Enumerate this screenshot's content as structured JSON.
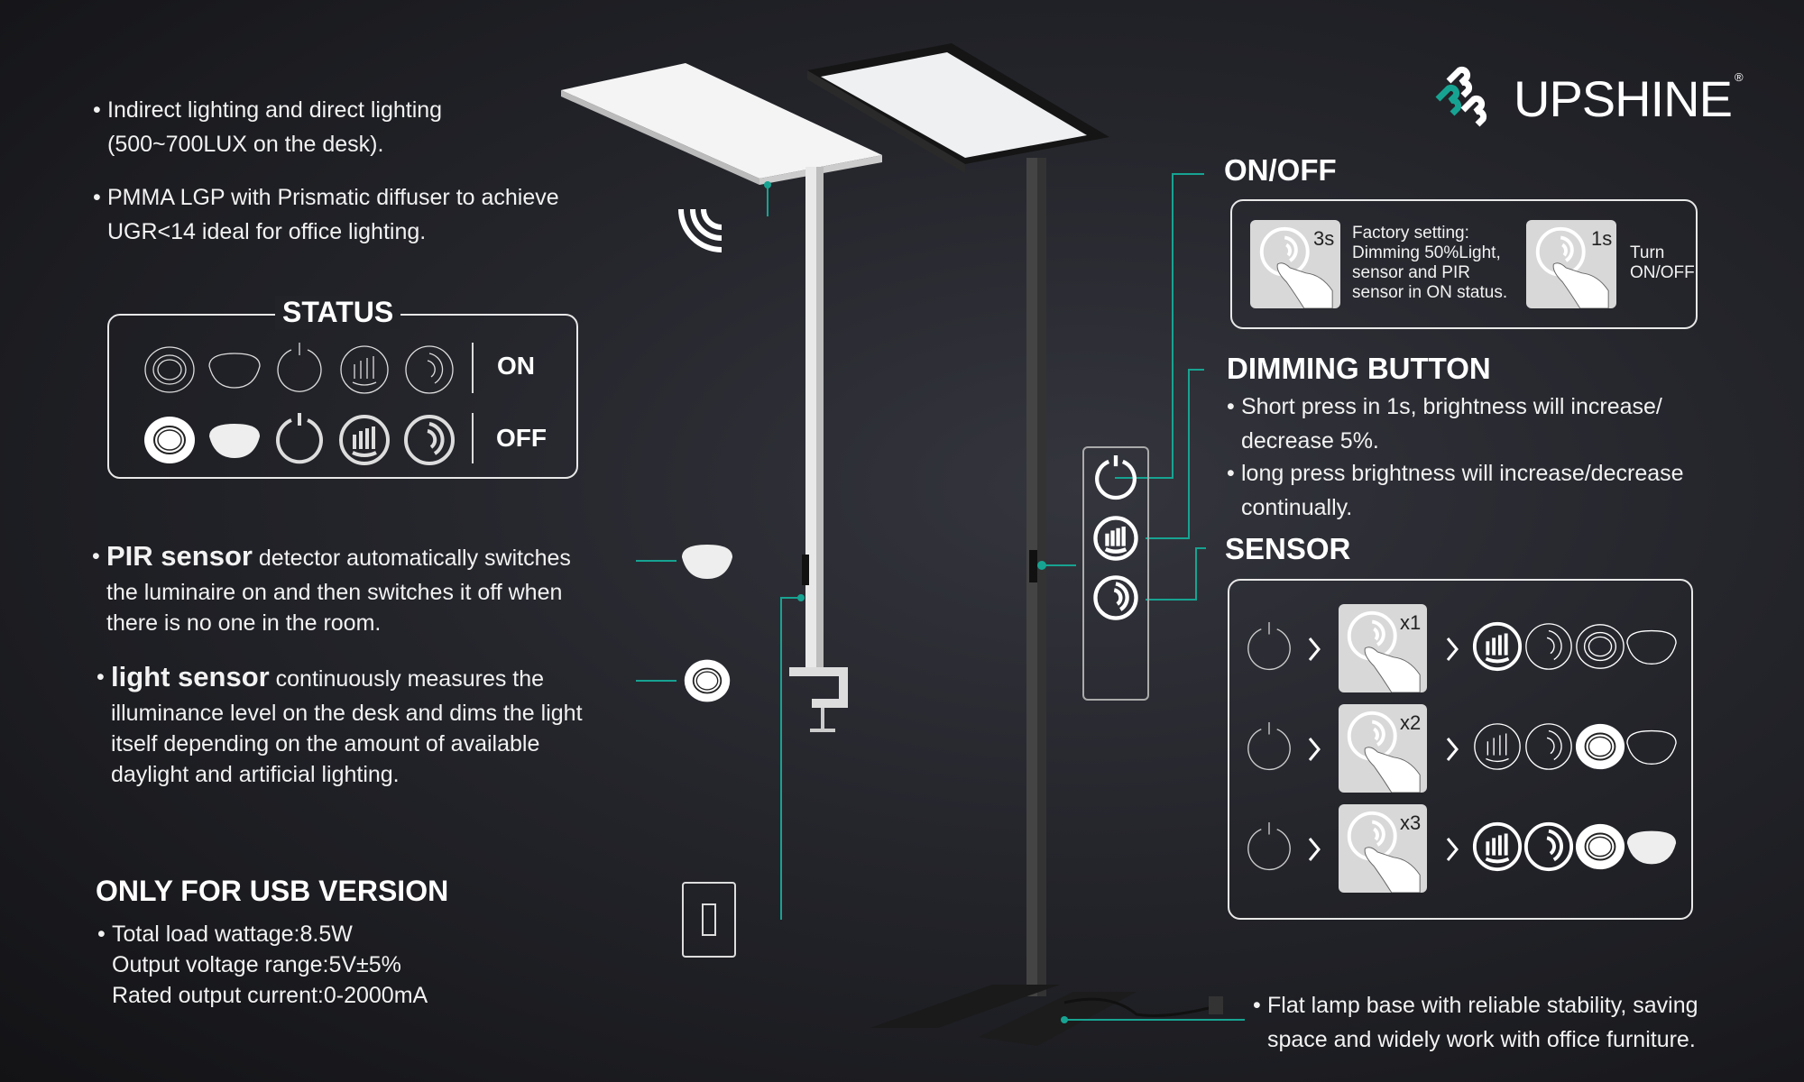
{
  "brand": {
    "name": "UPSHINE",
    "registered": "®",
    "accent": "#17a392"
  },
  "features_left": [
    {
      "lines": [
        "Indirect lighting and direct lighting",
        "(500~700LUX on the desk)."
      ]
    },
    {
      "lines": [
        "PMMA LGP with Prismatic diffuser to achieve",
        "UGR<14 ideal for office lighting."
      ]
    }
  ],
  "status": {
    "title": "STATUS",
    "on_label": "ON",
    "off_label": "OFF"
  },
  "pir": {
    "title": "PIR sensor",
    "lines": [
      "detector automatically switches",
      "the luminaire on and then switches it off when",
      "there is no one in the room."
    ]
  },
  "light_sensor": {
    "title": "light sensor",
    "lines": [
      "continuously measures the",
      "illuminance level on the desk and dims the light",
      "itself depending on the amount of available",
      "daylight and artificial lighting."
    ]
  },
  "usb": {
    "title": "ONLY FOR USB VERSION",
    "lines": [
      "Total load wattage:8.5W",
      "Output voltage range:5V±5%",
      "Rated output current:0-2000mA"
    ]
  },
  "onoff": {
    "title": "ON/OFF",
    "hold1": "3s",
    "desc1": [
      "Factory setting:",
      "Dimming 50%Light,",
      "sensor and PIR",
      "sensor in ON status."
    ],
    "hold2": "1s",
    "desc2": [
      "Turn",
      "ON/OFF"
    ]
  },
  "dimming": {
    "title": "DIMMING BUTTON",
    "lines": [
      [
        "Short press in 1s, brightness will increase/",
        "decrease 5%."
      ],
      [
        "long press brightness will increase/decrease",
        "continually."
      ]
    ]
  },
  "sensor": {
    "title": "SENSOR",
    "rows": [
      {
        "presses": "x1"
      },
      {
        "presses": "x2"
      },
      {
        "presses": "x3"
      }
    ]
  },
  "base": {
    "lines": [
      "Flat lamp base with reliable stability, saving",
      "space and widely work with office furniture."
    ]
  }
}
